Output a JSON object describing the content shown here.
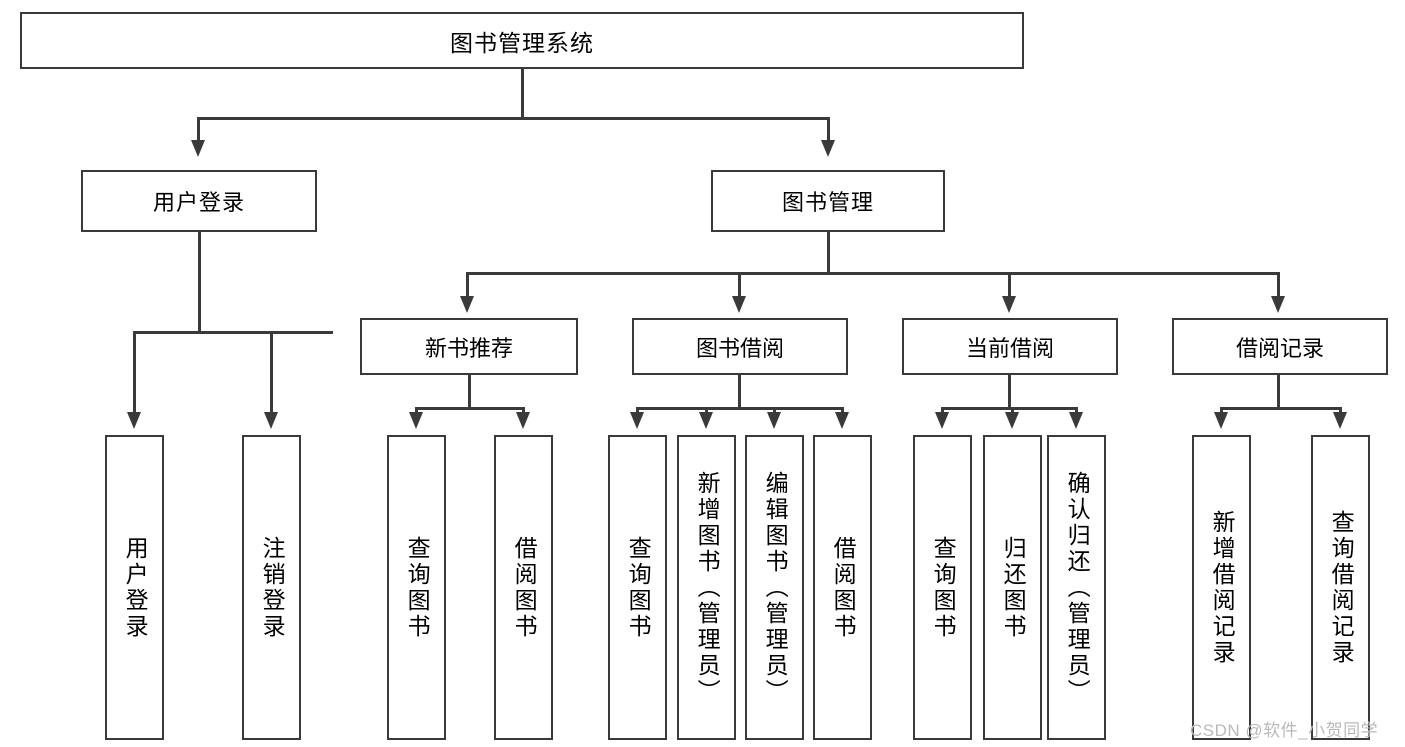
{
  "diagram": {
    "title": "图书管理系统",
    "type": "hierarchy-tree",
    "levels": 4,
    "root": {
      "label": "图书管理系统"
    },
    "level2": [
      {
        "label": "用户登录"
      },
      {
        "label": "图书管理"
      }
    ],
    "level3": [
      {
        "label": "新书推荐"
      },
      {
        "label": "图书借阅"
      },
      {
        "label": "当前借阅"
      },
      {
        "label": "借阅记录"
      }
    ],
    "leaves": {
      "user_login": [
        {
          "label": "用户登录"
        },
        {
          "label": "注销登录"
        }
      ],
      "new_book_recommend": [
        {
          "label": "查询图书"
        },
        {
          "label": "借阅图书"
        }
      ],
      "book_borrow": [
        {
          "label": "查询图书"
        },
        {
          "label": "新增图书（管理员）"
        },
        {
          "label": "编辑图书（管理员）"
        },
        {
          "label": "借阅图书"
        }
      ],
      "current_borrow": [
        {
          "label": "查询图书"
        },
        {
          "label": "归还图书"
        },
        {
          "label": "确认归还（管理员）"
        }
      ],
      "borrow_record": [
        {
          "label": "新增借阅记录"
        },
        {
          "label": "查询借阅记录"
        }
      ]
    }
  },
  "watermark": {
    "text": "CSDN @软件_小贺同学"
  },
  "colors": {
    "stroke": "#3a3a3a",
    "fill": "#ffffff",
    "text": "#000000",
    "watermark": "#b9b9b9"
  }
}
